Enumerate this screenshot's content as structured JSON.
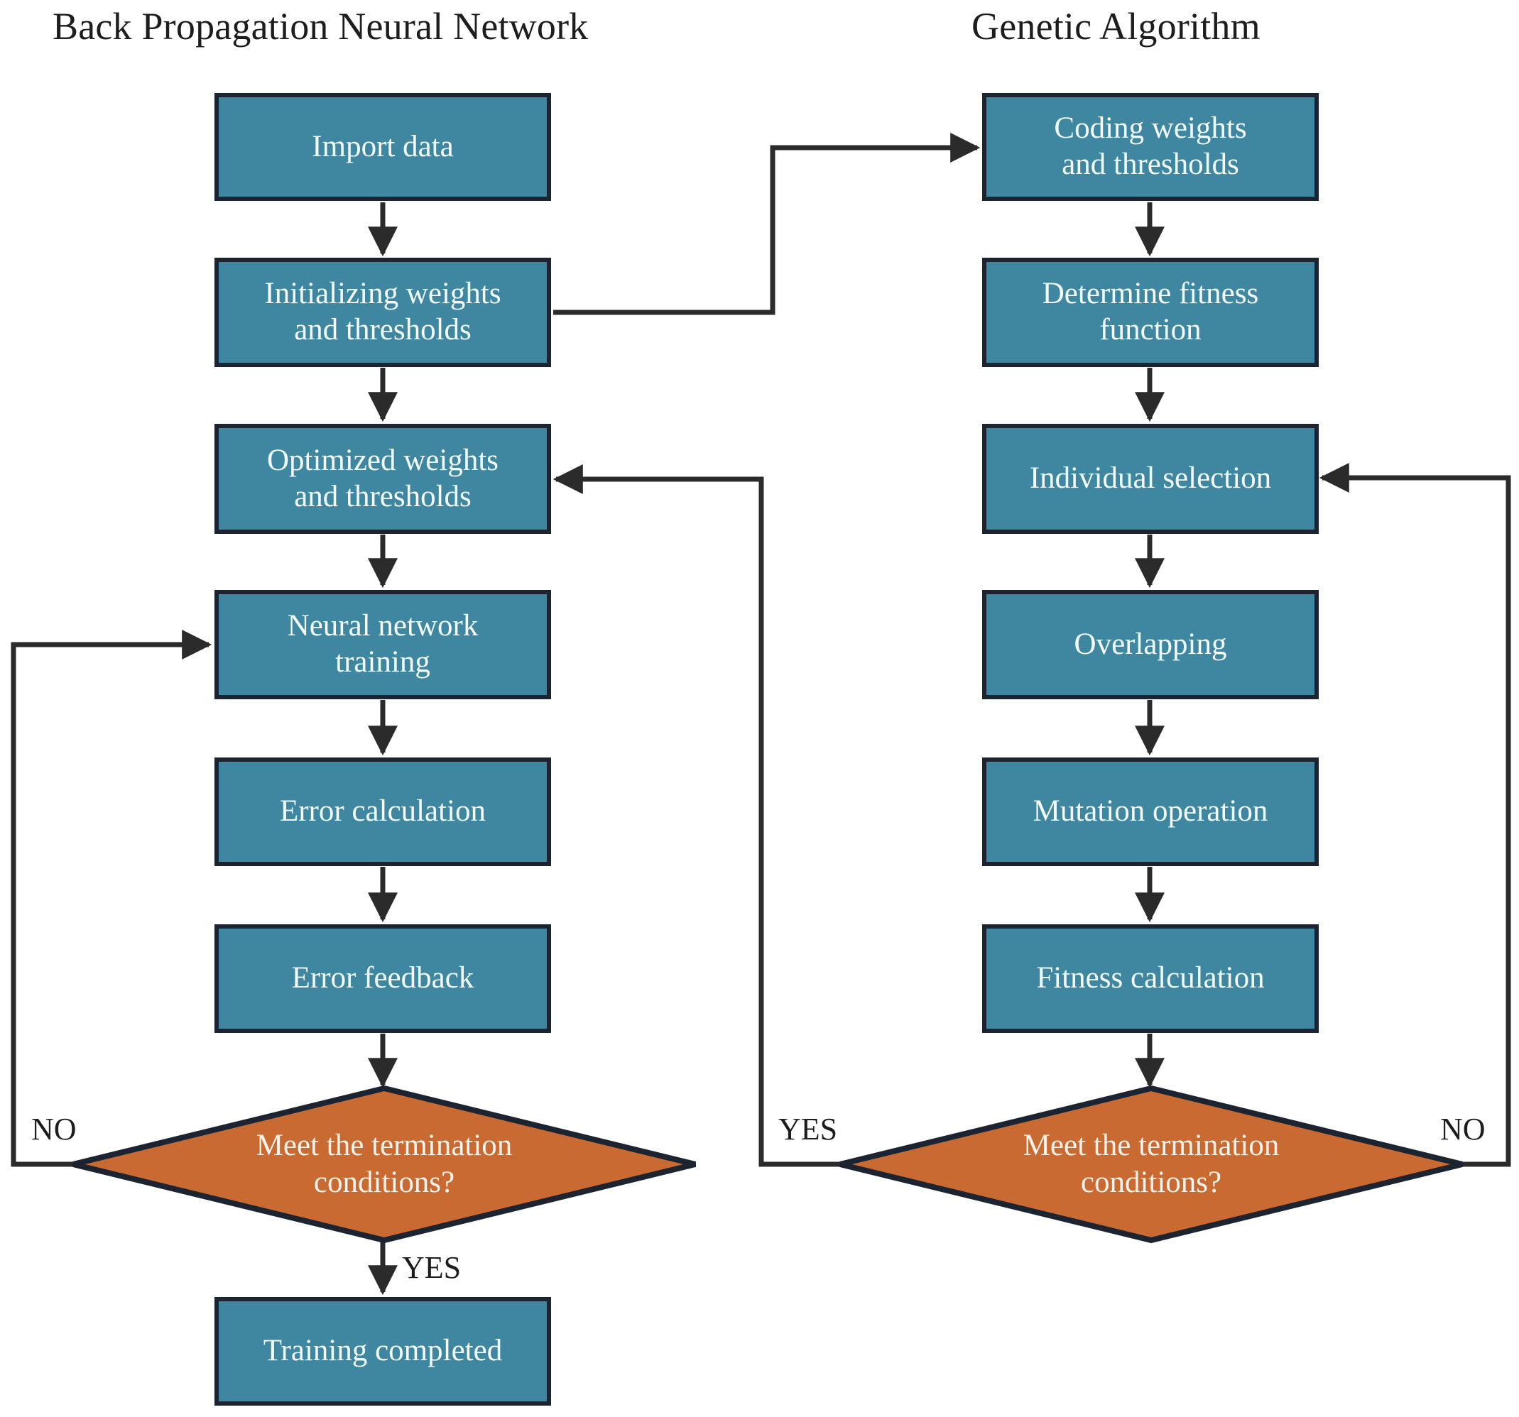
{
  "figure": {
    "kind": "flowchart",
    "background_color": "#ffffff",
    "process_fill": "#3f87a1",
    "process_border": "#1b2430",
    "decision_fill": "#c96a33",
    "decision_border": "#1b2430",
    "process_text_color": "#f2fbff",
    "connector_color": "#2b2b2b"
  },
  "columns": [
    {
      "id": "bpnn",
      "title": "Back Propagation Neural Network"
    },
    {
      "id": "ga",
      "title": "Genetic Algorithm"
    }
  ],
  "left_column": {
    "title": "Back Propagation Neural Network",
    "nodes": [
      {
        "id": "import-data",
        "type": "process",
        "lines": [
          "Import data"
        ]
      },
      {
        "id": "initializing-weights",
        "type": "process",
        "lines": [
          "Initializing weights",
          "and thresholds"
        ]
      },
      {
        "id": "optimized-weights",
        "type": "process",
        "lines": [
          "Optimized weights",
          "and thresholds"
        ]
      },
      {
        "id": "neural-network-training",
        "type": "process",
        "lines": [
          "Neural network",
          "training"
        ]
      },
      {
        "id": "error-calculation",
        "type": "process",
        "lines": [
          "Error calculation"
        ]
      },
      {
        "id": "error-feedback",
        "type": "process",
        "lines": [
          "Error feedback"
        ]
      },
      {
        "id": "termination-decision-left",
        "type": "decision",
        "lines": [
          "Meet the termination",
          "conditions?"
        ]
      },
      {
        "id": "training-completed",
        "type": "process",
        "lines": [
          "Training completed"
        ]
      }
    ],
    "edge_labels": {
      "no": "NO",
      "yes": "YES"
    }
  },
  "right_column": {
    "title": "Genetic Algorithm",
    "nodes": [
      {
        "id": "coding-weights",
        "type": "process",
        "lines": [
          "Coding weights",
          "and thresholds"
        ]
      },
      {
        "id": "determine-fitness",
        "type": "process",
        "lines": [
          "Determine fitness",
          "function"
        ]
      },
      {
        "id": "individual-selection",
        "type": "process",
        "lines": [
          "Individual selection"
        ]
      },
      {
        "id": "overlapping",
        "type": "process",
        "lines": [
          "Overlapping"
        ]
      },
      {
        "id": "mutation-operation",
        "type": "process",
        "lines": [
          "Mutation operation"
        ]
      },
      {
        "id": "fitness-calculation",
        "type": "process",
        "lines": [
          "Fitness calculation"
        ]
      },
      {
        "id": "termination-decision-right",
        "type": "decision",
        "lines": [
          "Meet the termination",
          "conditions?"
        ]
      }
    ],
    "edge_labels": {
      "yes": "YES",
      "no": "NO"
    }
  },
  "labels": {
    "left_no": "NO",
    "left_yes": "YES",
    "right_yes": "YES",
    "right_no": "NO"
  }
}
